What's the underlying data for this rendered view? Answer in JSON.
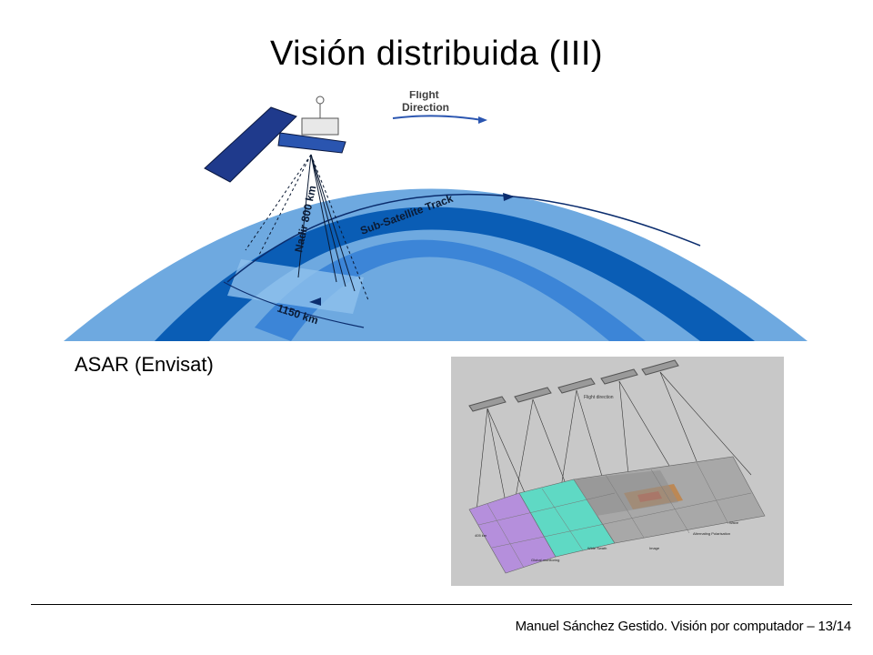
{
  "slide": {
    "title": "Visión distribuida (III)",
    "caption": "ASAR (Envisat)",
    "footer": "Manuel Sánchez Gestido. Visión por computador – 13/14"
  },
  "diagram_top": {
    "flight_direction_line1": "Flight",
    "flight_direction_line2": "Direction",
    "track_label": "Sub-Satellite Track",
    "nadir_label": "Nadir 800 km",
    "swath_label": "1150 km"
  },
  "diagram_bottom": {
    "flight_direction": "Flight direction",
    "label_405": "405 km",
    "label_global": "Global monitoring",
    "label_wide": "Wide Swath",
    "label_image": "Image",
    "label_alternating": "Alternating Polarisation",
    "label_wave": "Wave"
  }
}
